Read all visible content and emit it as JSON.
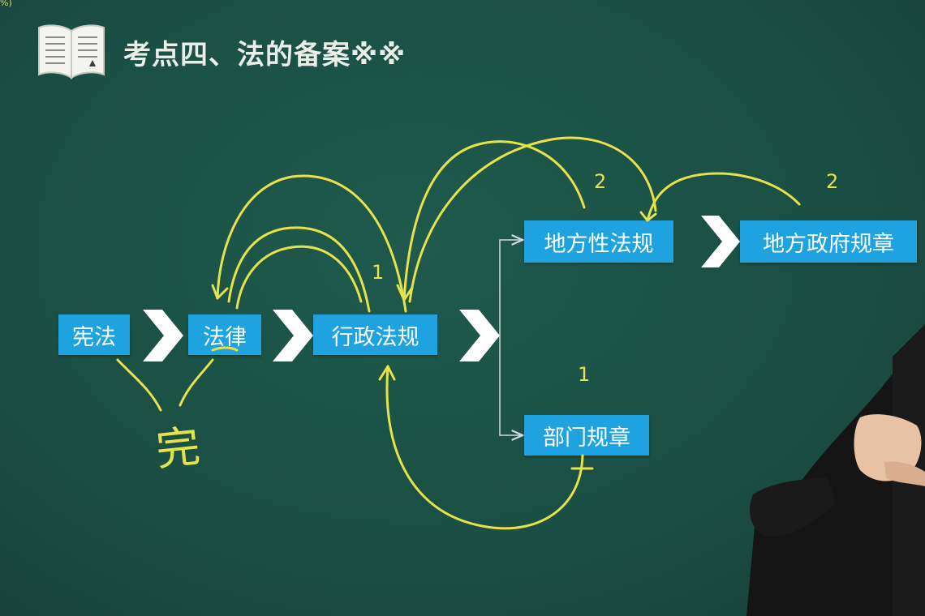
{
  "corner": {
    "text": "%)"
  },
  "title": "考点四、法的备案※※",
  "nodes": {
    "xianfa": "宪法",
    "falv": "法律",
    "xingzheng_fagui": "行政法规",
    "difangxing_fagui": "地方性法规",
    "difang_zhengfu_guizhang": "地方政府规章",
    "bumen_guizhang": "部门规章"
  },
  "annotations": {
    "one_a": "1",
    "two_a": "2",
    "two_b": "2",
    "one_b": "1",
    "handwritten_char": "完"
  },
  "colors": {
    "board": "#1b4f44",
    "node_fill": "#1ea3e0",
    "arrow_chevron": "#ffffff",
    "annotation": "#e6e24a"
  },
  "icons": {
    "book": "open-book-icon",
    "chevron": "chevron-right-icon"
  }
}
